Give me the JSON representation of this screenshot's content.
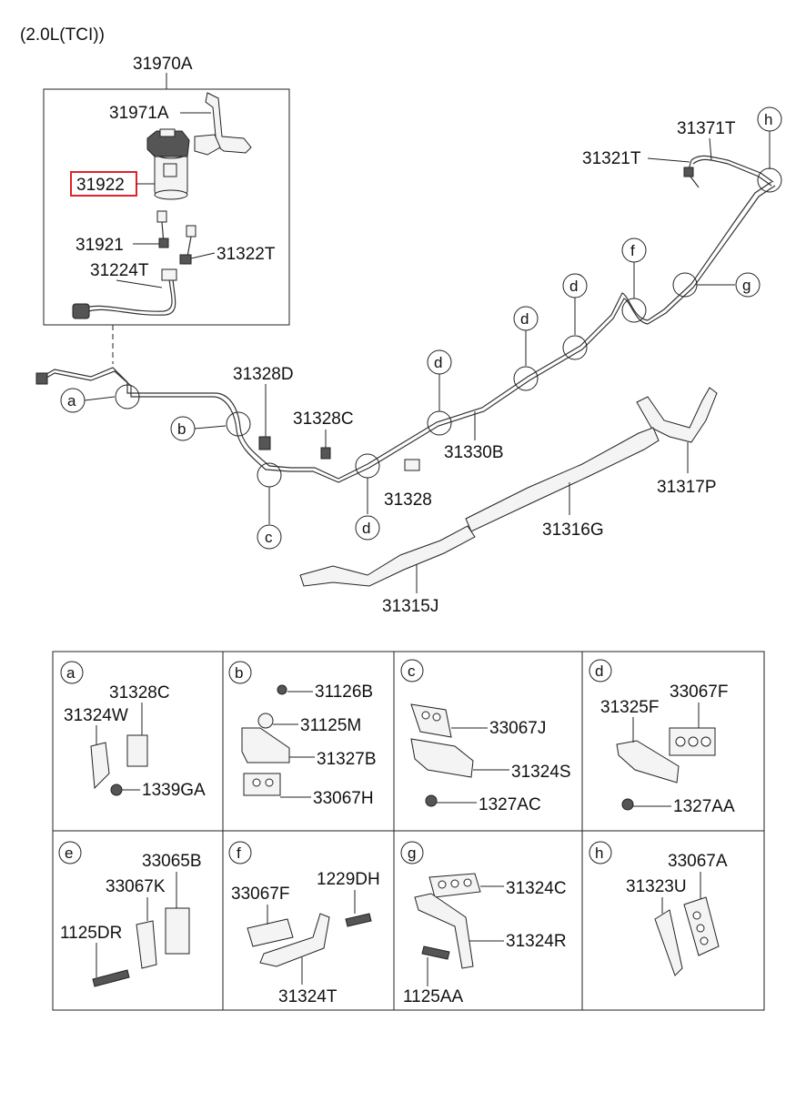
{
  "title": "(2.0L(TCI))",
  "main": {
    "assembly": "31970A",
    "labels": {
      "p31971A": "31971A",
      "p31922": "31922",
      "p31921": "31921",
      "p31322T": "31322T",
      "p31224T": "31224T",
      "p31328D": "31328D",
      "p31328C": "31328C",
      "p31328": "31328",
      "p31330B": "31330B",
      "p31371T": "31371T",
      "p31321T": "31321T",
      "p31317P": "31317P",
      "p31316G": "31316G",
      "p31315J": "31315J"
    },
    "highlight_color": "#e0232a",
    "callouts": {
      "a": "a",
      "b": "b",
      "c": "c",
      "d": "d",
      "f": "f",
      "g": "g",
      "h": "h"
    }
  },
  "details": [
    {
      "key": "a",
      "parts": [
        "31328C",
        "31324W",
        "1339GA"
      ]
    },
    {
      "key": "b",
      "parts": [
        "31126B",
        "31125M",
        "31327B",
        "33067H"
      ]
    },
    {
      "key": "c",
      "parts": [
        "33067J",
        "31324S",
        "1327AC"
      ]
    },
    {
      "key": "d",
      "parts": [
        "31325F",
        "33067F",
        "1327AA"
      ]
    },
    {
      "key": "e",
      "parts": [
        "33065B",
        "33067K",
        "1125DR"
      ]
    },
    {
      "key": "f",
      "parts": [
        "33067F",
        "1229DH",
        "31324T"
      ]
    },
    {
      "key": "g",
      "parts": [
        "31324C",
        "31324R",
        "1125AA"
      ]
    },
    {
      "key": "h",
      "parts": [
        "33067A",
        "31323U"
      ]
    }
  ]
}
